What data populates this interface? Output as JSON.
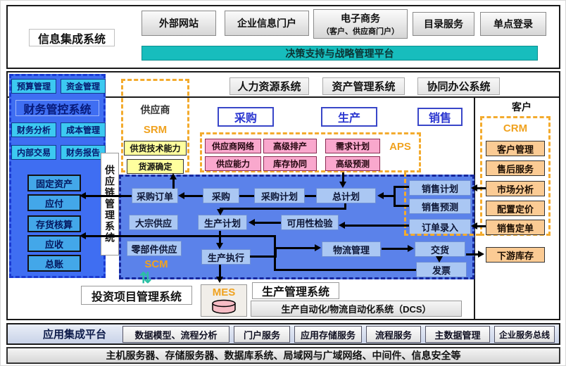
{
  "colors": {
    "teal_bar": "#17bdbd",
    "accent_orange": "#f0a21f",
    "scm_region_blue": "#5b82ea",
    "flow_box_blue": "#aac7f3",
    "finance_column_blue": "#3f6ef2",
    "cyan_box": "#3cc9f1",
    "pink_box": "#f9a8cd",
    "yellow_box": "#ffff9e",
    "orange_box": "#fbcb94"
  },
  "info_integration": {
    "title": "信息集成系统",
    "portals": [
      "外部网站",
      "企业信息门户",
      "目录服务",
      "单点登录"
    ],
    "ecommerce_line1": "电子商务",
    "ecommerce_line2": "（客户、供应商门户）",
    "decision_bar": "决策支持与战略管理平台"
  },
  "top_systems": [
    "人力资源系统",
    "资产管理系统",
    "协同办公系统"
  ],
  "finance": {
    "title": "财务管控系统",
    "budget": "预算管理",
    "funds": "资金管理",
    "analysis": "财务分析",
    "cost": "成本管理",
    "internal": "内部交易",
    "report": "财务报告",
    "ledgers": [
      "固定资产",
      "应付",
      "存货核算",
      "应收",
      "总账"
    ]
  },
  "scm_vertical_label": "供应链管理系统",
  "supplier": {
    "title": "供应商",
    "tag": "SRM",
    "capability": "供货技术能力",
    "sourcing": "货源确定"
  },
  "process_headers": {
    "purchase": "采购",
    "production": "生产",
    "sales": "销售"
  },
  "aps": {
    "tag": "APS",
    "boxes": [
      "供应商网络",
      "高级排产",
      "需求计划",
      "供应能力",
      "库存协同",
      "高级预测"
    ]
  },
  "flow": {
    "tag": "SCM",
    "purchase_order": "采购订单",
    "purchase": "采购",
    "purchase_plan": "采购计划",
    "master_plan": "总计划",
    "sales_plan": "销售计划",
    "sales_forecast": "销售预测",
    "bulk_supply": "大宗供应",
    "production_plan": "生产计划",
    "availability_check": "可用性检验",
    "order_entry": "订单录入",
    "parts_supply": "零部件供应",
    "production_exec": "生产执行",
    "logistics": "物流管理",
    "delivery": "交货",
    "invoice": "发票"
  },
  "customer": {
    "title": "客户",
    "tag": "CRM",
    "boxes": [
      "客户管理",
      "售后服务",
      "市场分析",
      "配置定价",
      "销售定单"
    ],
    "downstream": "下游库存"
  },
  "bottom": {
    "investment": "投资项目管理系统",
    "mes": "MES",
    "production_mgmt": "生产管理系统",
    "dcs": "生产自动化/物流自动化系统（DCS）"
  },
  "platform": {
    "title": "应用集成平台",
    "services": [
      "数据模型、流程分析",
      "门户服务",
      "应用存储服务",
      "流程服务",
      "主数据管理",
      "企业服务总线"
    ]
  },
  "infrastructure": "主机服务器、存储服务器、数据库系统、局域网与广域网络、中间件、信息安全等"
}
